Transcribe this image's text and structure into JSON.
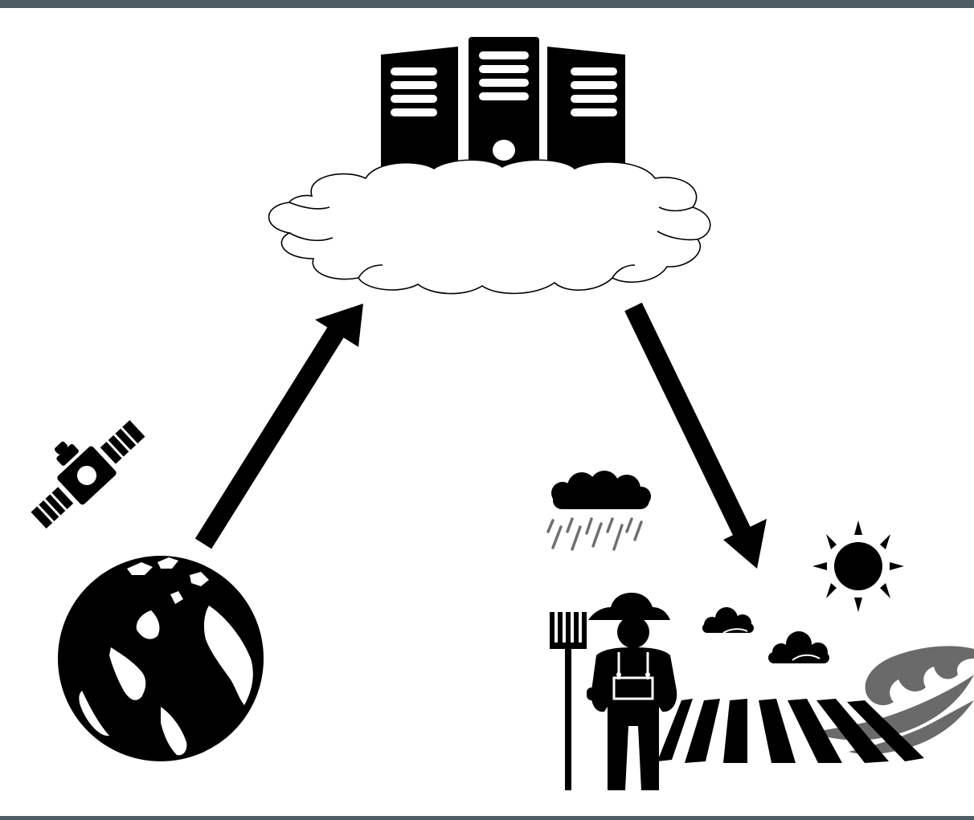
{
  "diagram": {
    "nodes": [
      {
        "id": "cloud-server",
        "icon": "server-cloud-icon"
      },
      {
        "id": "earth-satellite",
        "icon": "globe-icon",
        "companion_icon": "satellite-icon"
      },
      {
        "id": "farm",
        "icon": "farmer-icon",
        "weather_icons": [
          "rain-cloud-icon",
          "sun-icon",
          "small-cloud-icon",
          "wind-wave-icon"
        ],
        "scene": "crop-field-icon"
      }
    ],
    "edges": [
      {
        "from": "earth-satellite",
        "to": "cloud-server",
        "icon": "arrow-up-icon"
      },
      {
        "from": "cloud-server",
        "to": "farm",
        "icon": "arrow-down-icon"
      }
    ]
  },
  "colors": {
    "frame": "#4f5b63",
    "ink": "#000000",
    "gray_ink": "#6f6f6f",
    "background": "#ffffff"
  }
}
